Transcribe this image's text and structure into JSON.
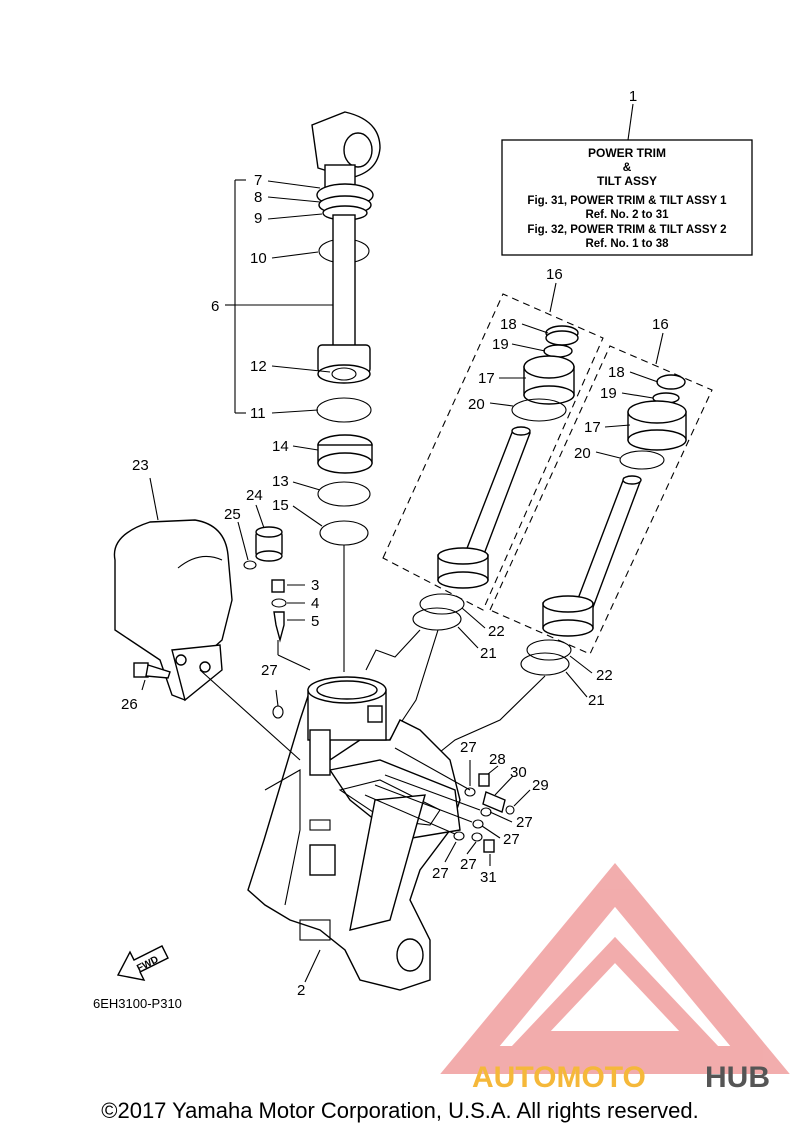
{
  "title_box": {
    "callout": "1",
    "line1": "POWER TRIM",
    "line2": "&",
    "line3": "TILT ASSY",
    "ref1": "Fig. 31, POWER TRIM & TILT ASSY 1",
    "ref1b": "Ref. No. 2 to 31",
    "ref2": "Fig. 32, POWER TRIM & TILT ASSY 2",
    "ref2b": "Ref. No. 1 to 38"
  },
  "callouts": {
    "c2": "2",
    "c3": "3",
    "c4": "4",
    "c5": "5",
    "c6": "6",
    "c7": "7",
    "c8": "8",
    "c9": "9",
    "c10": "10",
    "c11": "11",
    "c12": "12",
    "c13": "13",
    "c14": "14",
    "c15": "15",
    "c16a": "16",
    "c16b": "16",
    "c17a": "17",
    "c17b": "17",
    "c18a": "18",
    "c18b": "18",
    "c19a": "19",
    "c19b": "19",
    "c20a": "20",
    "c20b": "20",
    "c21a": "21",
    "c21b": "21",
    "c22a": "22",
    "c22b": "22",
    "c23": "23",
    "c24": "24",
    "c25": "25",
    "c26": "26",
    "c27a": "27",
    "c27b": "27",
    "c27c": "27",
    "c27d": "27",
    "c27e": "27",
    "c27f": "27",
    "c28": "28",
    "c29": "29",
    "c30": "30",
    "c31": "31"
  },
  "fwd_label": "FWD",
  "drawing_code": "6EH3100-P310",
  "watermark": {
    "left": "AUTOMOTO",
    "right": "HUB",
    "color_left": "#f5b83a",
    "color_right": "#555555",
    "triangle_color": "#e86a6a"
  },
  "copyright": "©2017 Yamaha Motor Corporation, U.S.A. All rights reserved."
}
